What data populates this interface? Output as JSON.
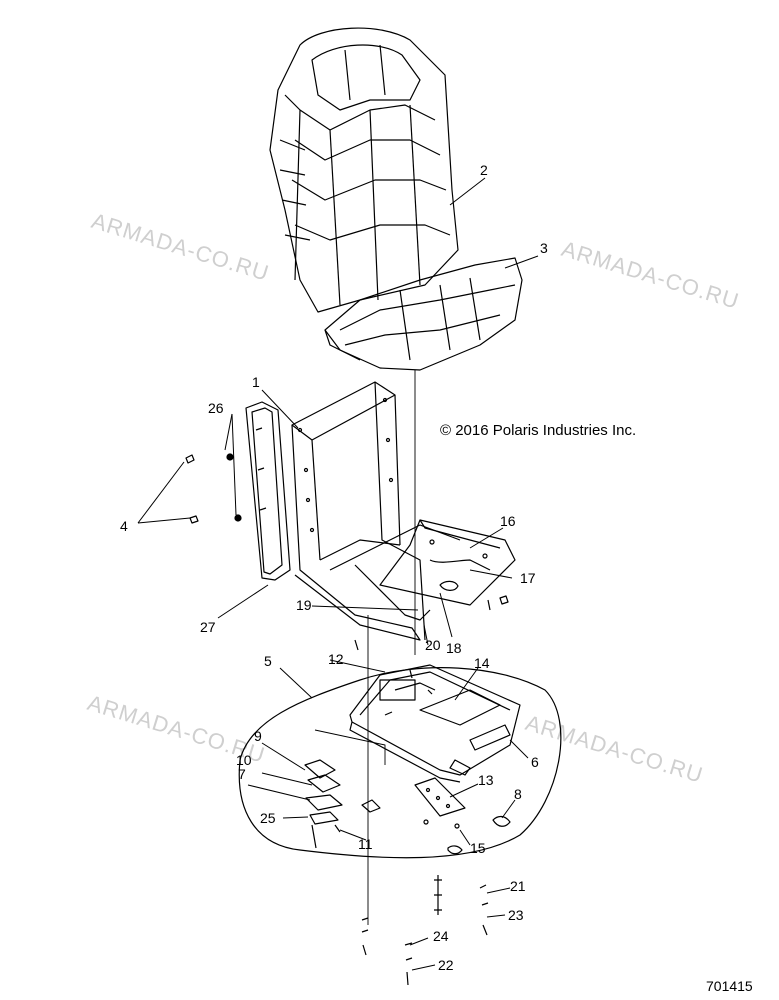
{
  "copyright": "© 2016 Polaris Industries Inc.",
  "diagram_number": "701415",
  "watermarks": [
    "ARMADA-CO.RU",
    "ARMADA-CO.RU",
    "ARMADA-CO.RU",
    "ARMADA-CO.RU"
  ],
  "callouts": {
    "c1": "1",
    "c2": "2",
    "c3": "3",
    "c4": "4",
    "c5": "5",
    "c6": "6",
    "c7": "7",
    "c8": "8",
    "c9": "9",
    "c10": "10",
    "c11": "11",
    "c12": "12",
    "c13": "13",
    "c14": "14",
    "c15": "15",
    "c16": "16",
    "c17": "17",
    "c18": "18",
    "c19": "19",
    "c20": "20",
    "c21": "21",
    "c22": "22",
    "c23": "23",
    "c24": "24",
    "c25": "25",
    "c26": "26",
    "c27": "27"
  }
}
